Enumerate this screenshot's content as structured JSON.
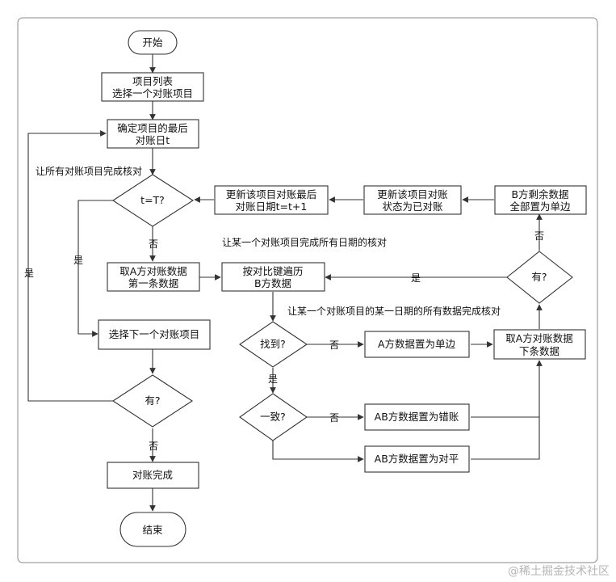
{
  "nodes": {
    "start": "开始",
    "project_list": [
      "项目列表",
      "选择一个对账项目"
    ],
    "determine_last_date": [
      "确定项目的最后",
      "对账日t"
    ],
    "check_t": "t=T?",
    "take_a_first": [
      "取A方对账数据",
      "第一条数据"
    ],
    "traverse_b": [
      "按对比键遍历",
      "B方数据"
    ],
    "found": "找到?",
    "a_single_side": "A方数据置为单边",
    "take_a_next": [
      "取A方对账数据",
      "下条数据"
    ],
    "consistent": "一致?",
    "ab_error": "AB方数据置为错账",
    "ab_balanced": "AB方数据置为对平",
    "has_more_a": "有?",
    "b_remaining": [
      "B方剩余数据",
      "全部置为单边"
    ],
    "update_status": [
      "更新该项目对账",
      "状态为已对账"
    ],
    "update_date": [
      "更新该项目对账最后",
      "对账日期t=t+1"
    ],
    "select_next_project": "选择下一个对账项目",
    "has_more_projects": "有?",
    "finish": "对账完成",
    "end": "结束"
  },
  "edge_labels": {
    "yes": "是",
    "no": "否"
  },
  "notes": {
    "all_projects": "让所有对账项目完成核对",
    "one_project_all_dates": "让某一个对账项目完成所有日期的核对",
    "one_date_all_data": "让某一个对账项目的某一日期的所有数据完成核对"
  },
  "watermark": "@稀土掘金技术社区"
}
